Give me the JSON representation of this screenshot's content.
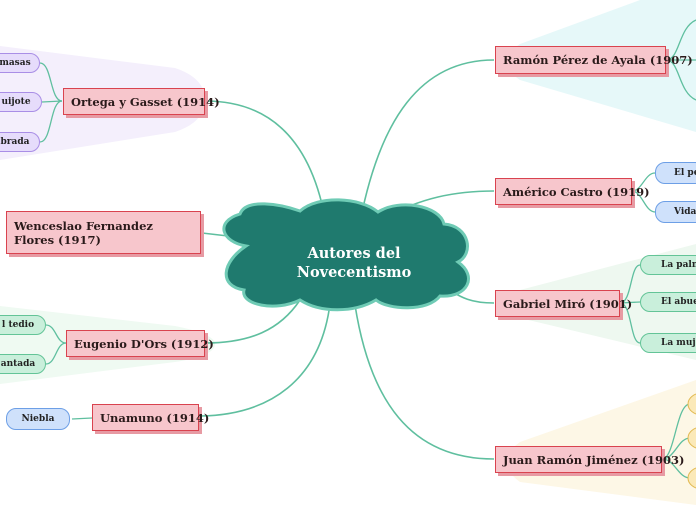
{
  "central": {
    "line1": "Autores del",
    "line2": "Novecentismo"
  },
  "authors": {
    "perez_ayala": "Ramón Pérez de Ayala (1907)",
    "castro": "Américo Castro (1919)",
    "miro": "Gabriel Miró (1901)",
    "jimenez": "Juan Ramón Jiménez (1903)",
    "ortega": "Ortega y Gasset (1914)",
    "fernandez_flores": "Wenceslao Fernandez Flores (1917)",
    "ors": "Eugenio D'Ors (1912)",
    "unamuno": "Unamuno (1914)"
  },
  "works": {
    "ortega": [
      "masas",
      "uijote",
      "brada"
    ],
    "castro": [
      "El pe",
      "Vida"
    ],
    "miro": [
      "La palm",
      "El abuel",
      "La muje"
    ],
    "ors": [
      "l tedio",
      "antada"
    ],
    "unamuno": [
      "Niebla"
    ]
  },
  "colors": {
    "central": "#1f7a6e",
    "connector": "#5fbf9f",
    "author_fill": "#f7c6cc",
    "author_border": "#d9434f"
  }
}
